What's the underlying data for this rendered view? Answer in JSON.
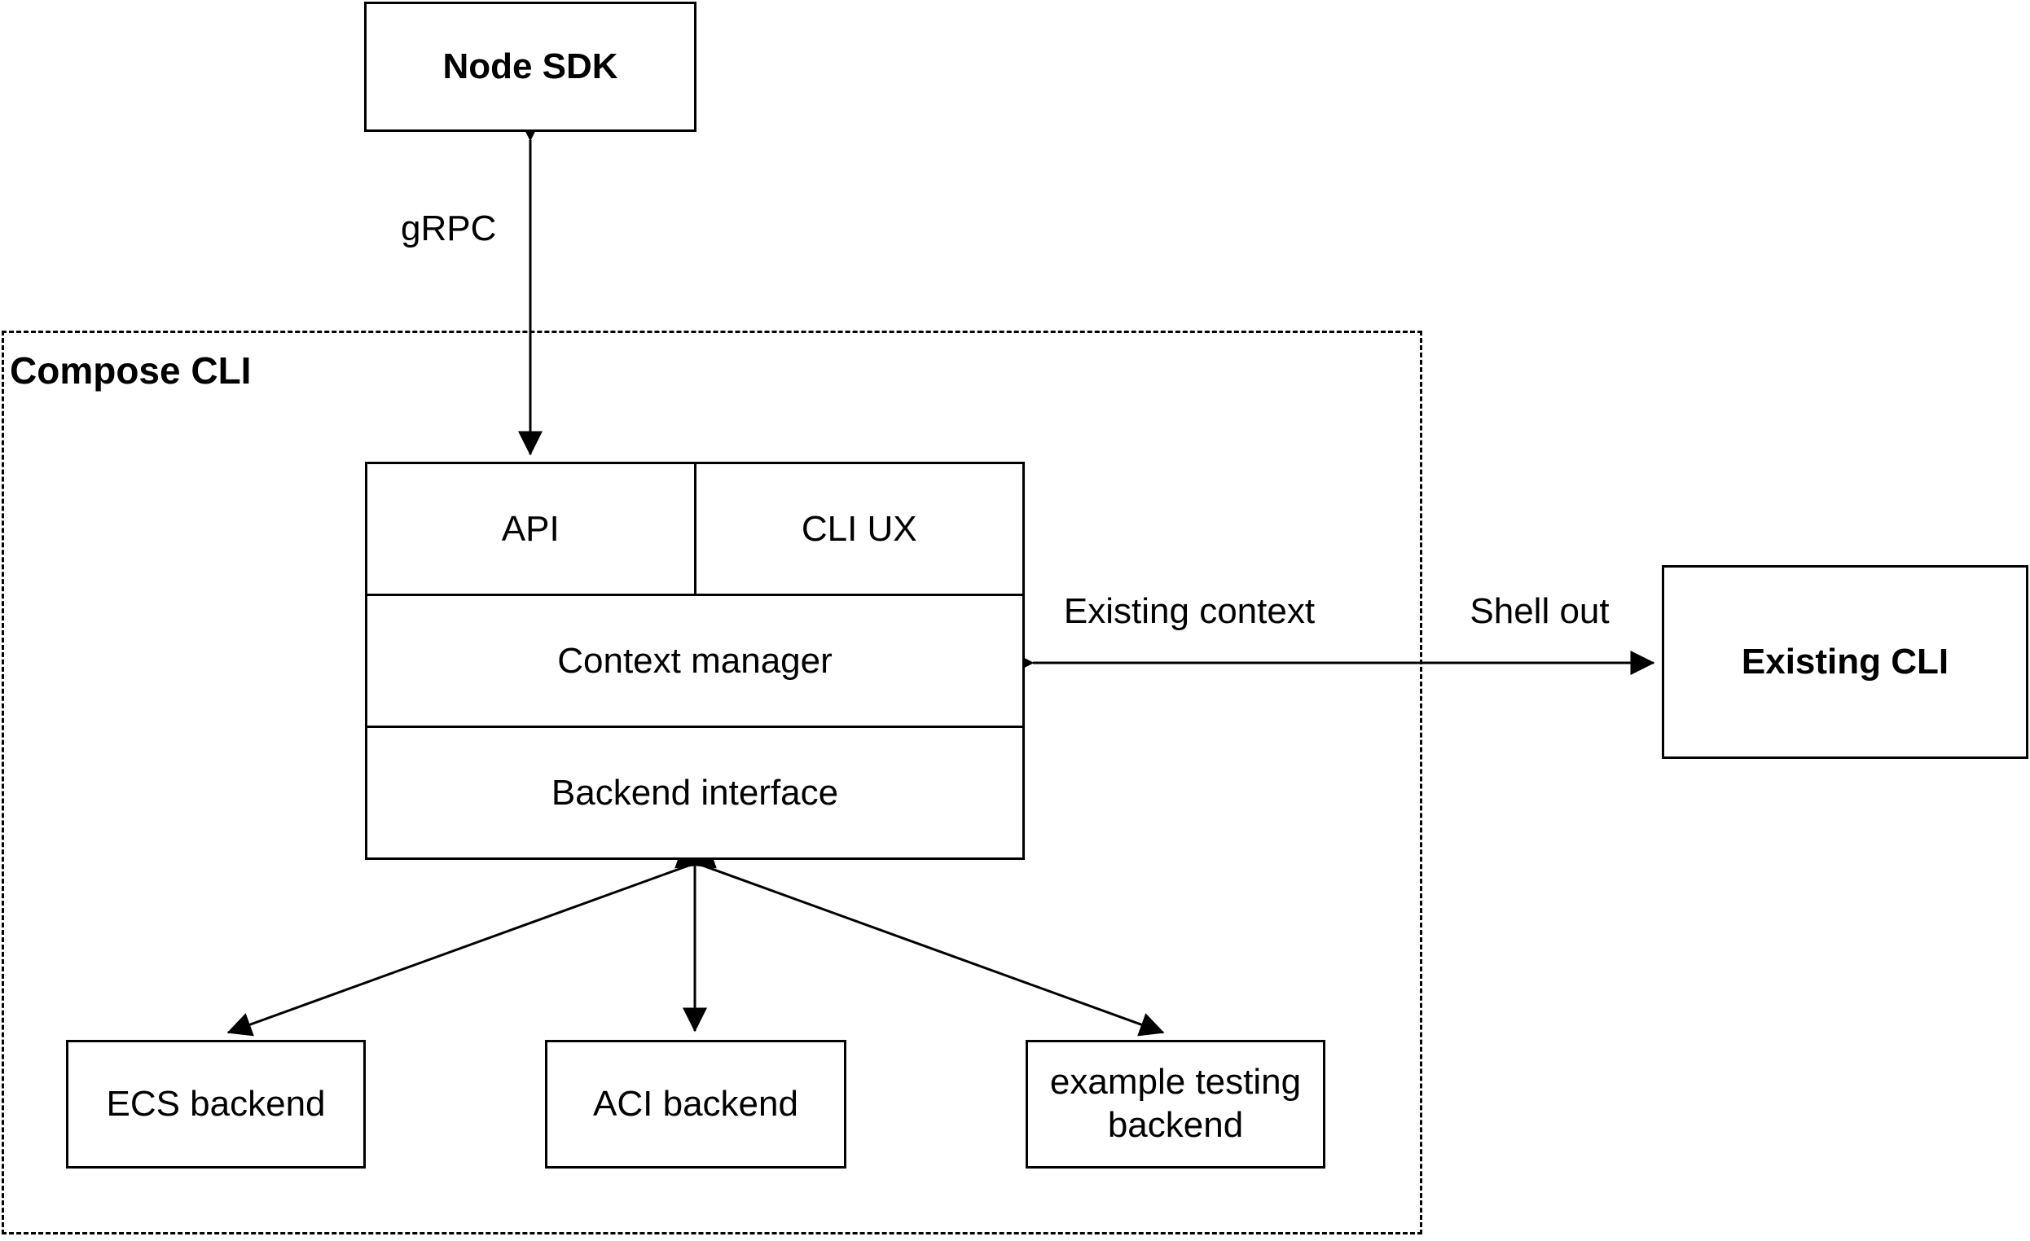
{
  "diagram": {
    "container": {
      "label": "Compose CLI"
    },
    "nodes": {
      "node_sdk": {
        "label": "Node SDK"
      },
      "api": {
        "label": "API"
      },
      "cli_ux": {
        "label": "CLI UX"
      },
      "context_manager": {
        "label": "Context manager"
      },
      "backend_interface": {
        "label": "Backend interface"
      },
      "existing_cli": {
        "label": "Existing CLI"
      },
      "ecs_backend": {
        "label": "ECS backend"
      },
      "aci_backend": {
        "label": "ACI backend"
      },
      "example_testing_backend": {
        "label": "example testing backend"
      }
    },
    "edges": {
      "grpc": {
        "label": "gRPC"
      },
      "existing_context": {
        "label": "Existing context"
      },
      "shell_out": {
        "label": "Shell out"
      }
    },
    "colors": {
      "stroke": "#000000",
      "fill": "#ffffff"
    }
  }
}
